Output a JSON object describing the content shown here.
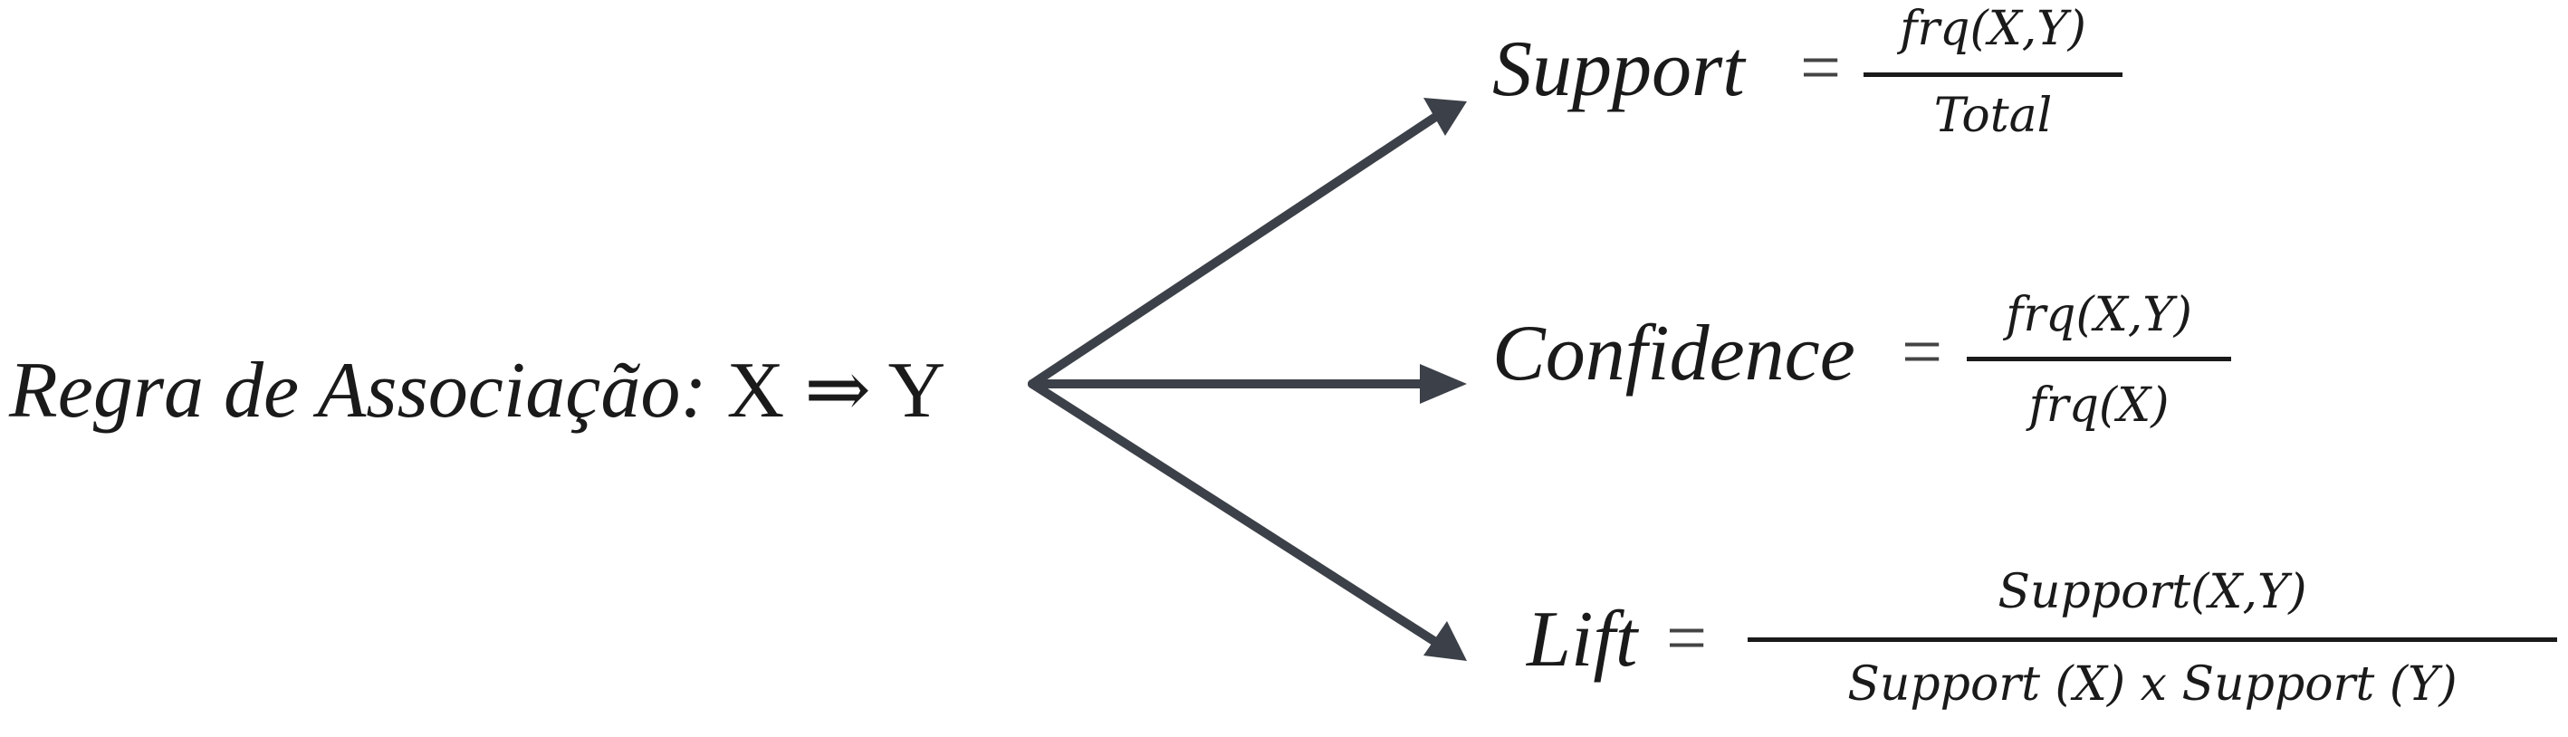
{
  "source": {
    "label": "Regra de Associação:",
    "rule": "X ⇒ Y"
  },
  "formulas": [
    {
      "name": "Support",
      "equals": "=",
      "numerator": "frq(X,Y)",
      "denominator": "Total"
    },
    {
      "name": "Confidence",
      "equals": "=",
      "numerator": "frq(X,Y)",
      "denominator": "frq(X)"
    },
    {
      "name": "Lift",
      "equals": "=",
      "numerator": "Support(X,Y)",
      "denominator": "Support (X) x  Support (Y)"
    }
  ],
  "colors": {
    "arrow": "#3c4048",
    "text": "#1a1a1a"
  }
}
